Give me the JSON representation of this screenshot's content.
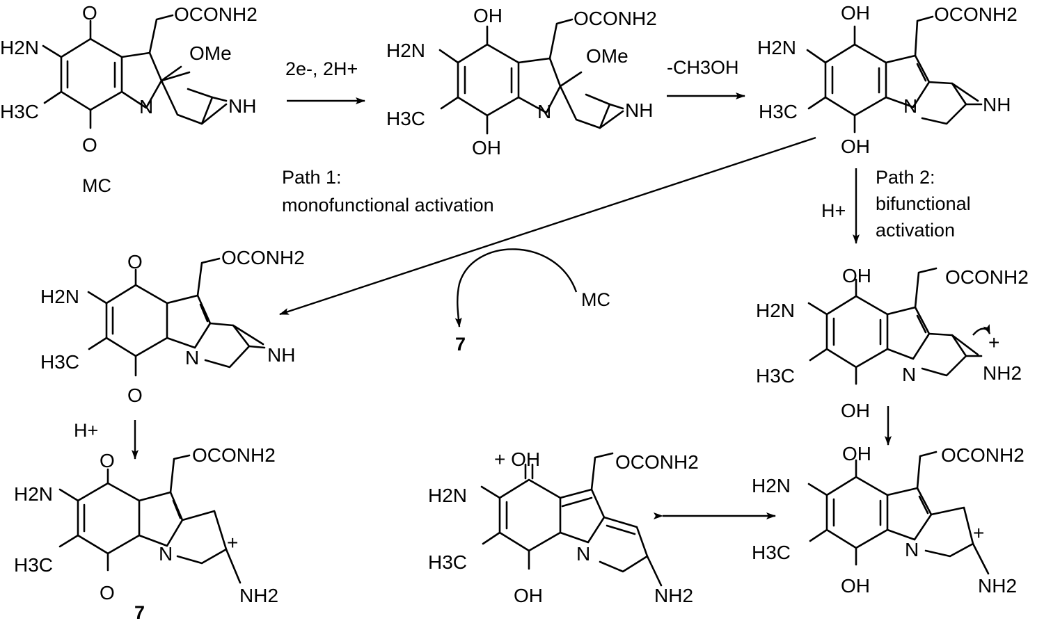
{
  "structures": {
    "mc": {
      "groups": [
        "H2N",
        "H3C",
        "O",
        "O",
        "OCONH2",
        "OMe",
        "N",
        "NH"
      ],
      "name": "MC"
    },
    "hydroquinone": {
      "groups": [
        "H2N",
        "H3C",
        "OH",
        "OH",
        "OCONH2",
        "OMe",
        "N",
        "NH"
      ]
    },
    "leuco_aziridinomitosene": {
      "groups": [
        "H2N",
        "H3C",
        "OH",
        "OH",
        "OCONH2",
        "N",
        "NH"
      ]
    },
    "aziridinomitosene": {
      "groups": [
        "H2N",
        "H3C",
        "O",
        "O",
        "OCONH2",
        "N",
        "NH"
      ]
    },
    "product_7": {
      "groups": [
        "H2N",
        "H3C",
        "O",
        "O",
        "OCONH2",
        "N",
        "+",
        "NH2"
      ],
      "name": "7"
    },
    "protonated_aziridine": {
      "groups": [
        "H2N",
        "H3C",
        "OH",
        "OH",
        "OCONH2",
        "N",
        "+",
        "NH2"
      ]
    },
    "carbocation": {
      "groups": [
        "H2N",
        "H3C",
        "OH",
        "OH",
        "OCONH2",
        "N",
        "+",
        "NH2"
      ]
    },
    "oxocarbenium": {
      "groups": [
        "H2N",
        "H3C",
        "+ OH",
        "OH",
        "OCONH2",
        "N",
        "NH2"
      ]
    }
  },
  "arrows": {
    "reduction": "2e-, 2H+",
    "elimination": "-CH3OH",
    "protonation_1": "H+",
    "protonation_2": "H+",
    "curved_in": "MC",
    "curved_out": "7"
  },
  "paths": {
    "path1_title": "Path 1:",
    "path1_desc": "monofunctional activation",
    "path2_title": "Path 2:",
    "path2_line1": "bifunctional",
    "path2_line2": "activation"
  }
}
